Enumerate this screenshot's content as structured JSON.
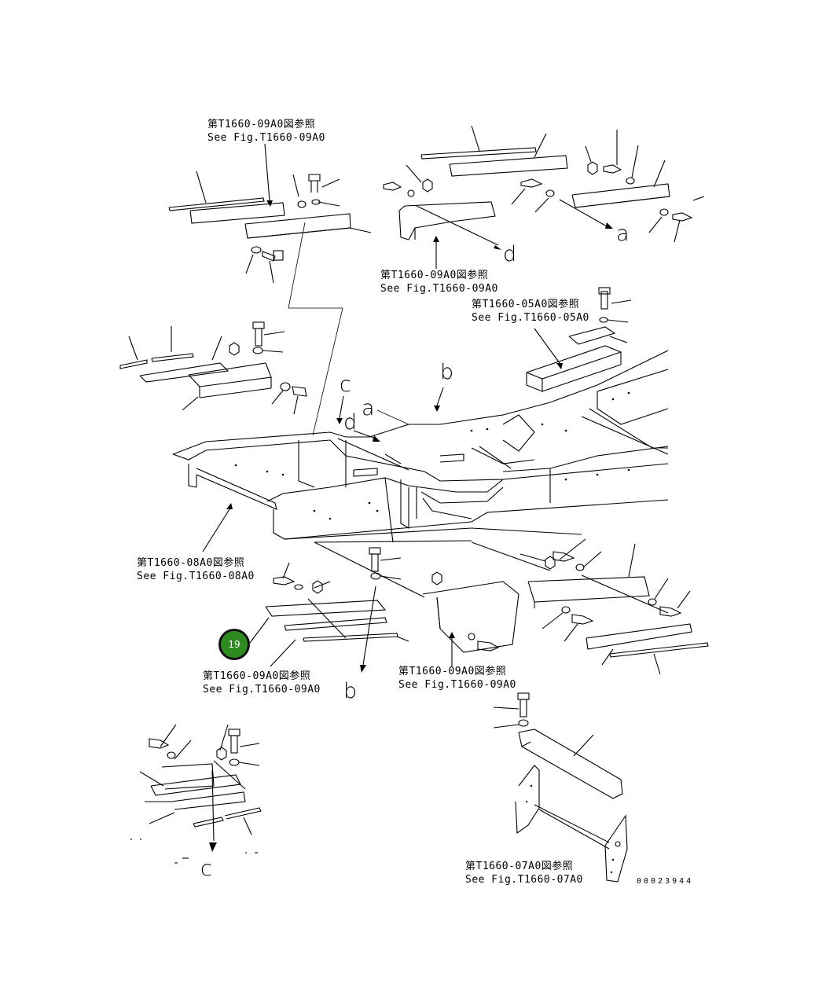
{
  "references": [
    {
      "id": "ref-top-left",
      "jp": "第T1660-09A0図参照",
      "en": "See Fig.T1660-09A0"
    },
    {
      "id": "ref-top-mid",
      "jp": "第T1660-09A0図参照",
      "en": "See Fig.T1660-09A0"
    },
    {
      "id": "ref-right",
      "jp": "第T1660-05A0図参照",
      "en": "See Fig.T1660-05A0"
    },
    {
      "id": "ref-mid-left",
      "jp": "第T1660-08A0図参照",
      "en": "See Fig.T1660-08A0"
    },
    {
      "id": "ref-lower-left",
      "jp": "第T1660-09A0図参照",
      "en": "See Fig.T1660-09A0"
    },
    {
      "id": "ref-lower-mid",
      "jp": "第T1660-09A0図参照",
      "en": "See Fig.T1660-09A0"
    },
    {
      "id": "ref-bottom-right",
      "jp": "第T1660-07A0図参照",
      "en": "See Fig.T1660-07A0"
    }
  ],
  "letters": {
    "a1": "a",
    "a2": "a",
    "b1": "b",
    "b2": "b",
    "c1": "c",
    "c2": "c",
    "d1": "d",
    "d2": "d"
  },
  "callout": {
    "number": "19",
    "color": "#2e8b1f"
  },
  "drawing_code": "00023944"
}
